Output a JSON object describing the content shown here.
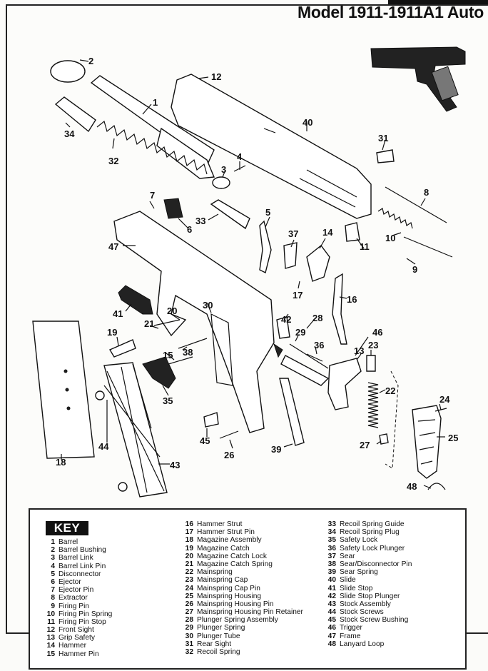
{
  "title": "Model 1911-1911A1 Auto",
  "key": {
    "heading": "KEY",
    "items": [
      {
        "n": "1",
        "name": "Barrel"
      },
      {
        "n": "2",
        "name": "Barrel Bushing"
      },
      {
        "n": "3",
        "name": "Barrel Link"
      },
      {
        "n": "4",
        "name": "Barrel Link Pin"
      },
      {
        "n": "5",
        "name": "Disconnector"
      },
      {
        "n": "6",
        "name": "Ejector"
      },
      {
        "n": "7",
        "name": "Ejector Pin"
      },
      {
        "n": "8",
        "name": "Extractor"
      },
      {
        "n": "9",
        "name": "Firing Pin"
      },
      {
        "n": "10",
        "name": "Firing Pin Spring"
      },
      {
        "n": "11",
        "name": "Firing Pin Stop"
      },
      {
        "n": "12",
        "name": "Front Sight"
      },
      {
        "n": "13",
        "name": "Grip Safety"
      },
      {
        "n": "14",
        "name": "Hammer"
      },
      {
        "n": "15",
        "name": "Hammer Pin"
      },
      {
        "n": "16",
        "name": "Hammer Strut"
      },
      {
        "n": "17",
        "name": "Hammer Strut Pin"
      },
      {
        "n": "18",
        "name": "Magazine Assembly"
      },
      {
        "n": "19",
        "name": "Magazine Catch"
      },
      {
        "n": "20",
        "name": "Magazine Catch Lock"
      },
      {
        "n": "21",
        "name": "Magazine Catch Spring"
      },
      {
        "n": "22",
        "name": "Mainspring"
      },
      {
        "n": "23",
        "name": "Mainspring Cap"
      },
      {
        "n": "24",
        "name": "Mainspring Cap Pin"
      },
      {
        "n": "25",
        "name": "Mainspring Housing"
      },
      {
        "n": "26",
        "name": "Mainspring Housing Pin"
      },
      {
        "n": "27",
        "name": "Mainspring Housing Pin Retainer"
      },
      {
        "n": "28",
        "name": "Plunger Spring Assembly"
      },
      {
        "n": "29",
        "name": "Plunger Spring"
      },
      {
        "n": "30",
        "name": "Plunger Tube"
      },
      {
        "n": "31",
        "name": "Rear Sight"
      },
      {
        "n": "32",
        "name": "Recoil Spring"
      },
      {
        "n": "33",
        "name": "Recoil Spring Guide"
      },
      {
        "n": "34",
        "name": "Recoil Spring Plug"
      },
      {
        "n": "35",
        "name": "Safety Lock"
      },
      {
        "n": "36",
        "name": "Safety Lock Plunger"
      },
      {
        "n": "37",
        "name": "Sear"
      },
      {
        "n": "38",
        "name": "Sear/Disconnector Pin"
      },
      {
        "n": "39",
        "name": "Sear Spring"
      },
      {
        "n": "40",
        "name": "Slide"
      },
      {
        "n": "41",
        "name": "Slide Stop"
      },
      {
        "n": "42",
        "name": "Slide Stop Plunger"
      },
      {
        "n": "43",
        "name": "Stock Assembly"
      },
      {
        "n": "44",
        "name": "Stock Screws"
      },
      {
        "n": "45",
        "name": "Stock Screw Bushing"
      },
      {
        "n": "46",
        "name": "Trigger"
      },
      {
        "n": "47",
        "name": "Frame"
      },
      {
        "n": "48",
        "name": "Lanyard Loop"
      }
    ]
  },
  "part_labels": [
    "1",
    "2",
    "3",
    "4",
    "5",
    "6",
    "7",
    "8",
    "9",
    "10",
    "11",
    "12",
    "13",
    "14",
    "15",
    "16",
    "17",
    "18",
    "19",
    "20",
    "21",
    "22",
    "23",
    "24",
    "25",
    "26",
    "27",
    "28",
    "29",
    "30",
    "31",
    "32",
    "33",
    "34",
    "35",
    "36",
    "37",
    "38",
    "39",
    "40",
    "41",
    "42",
    "43",
    "44",
    "45",
    "46",
    "47",
    "48"
  ]
}
